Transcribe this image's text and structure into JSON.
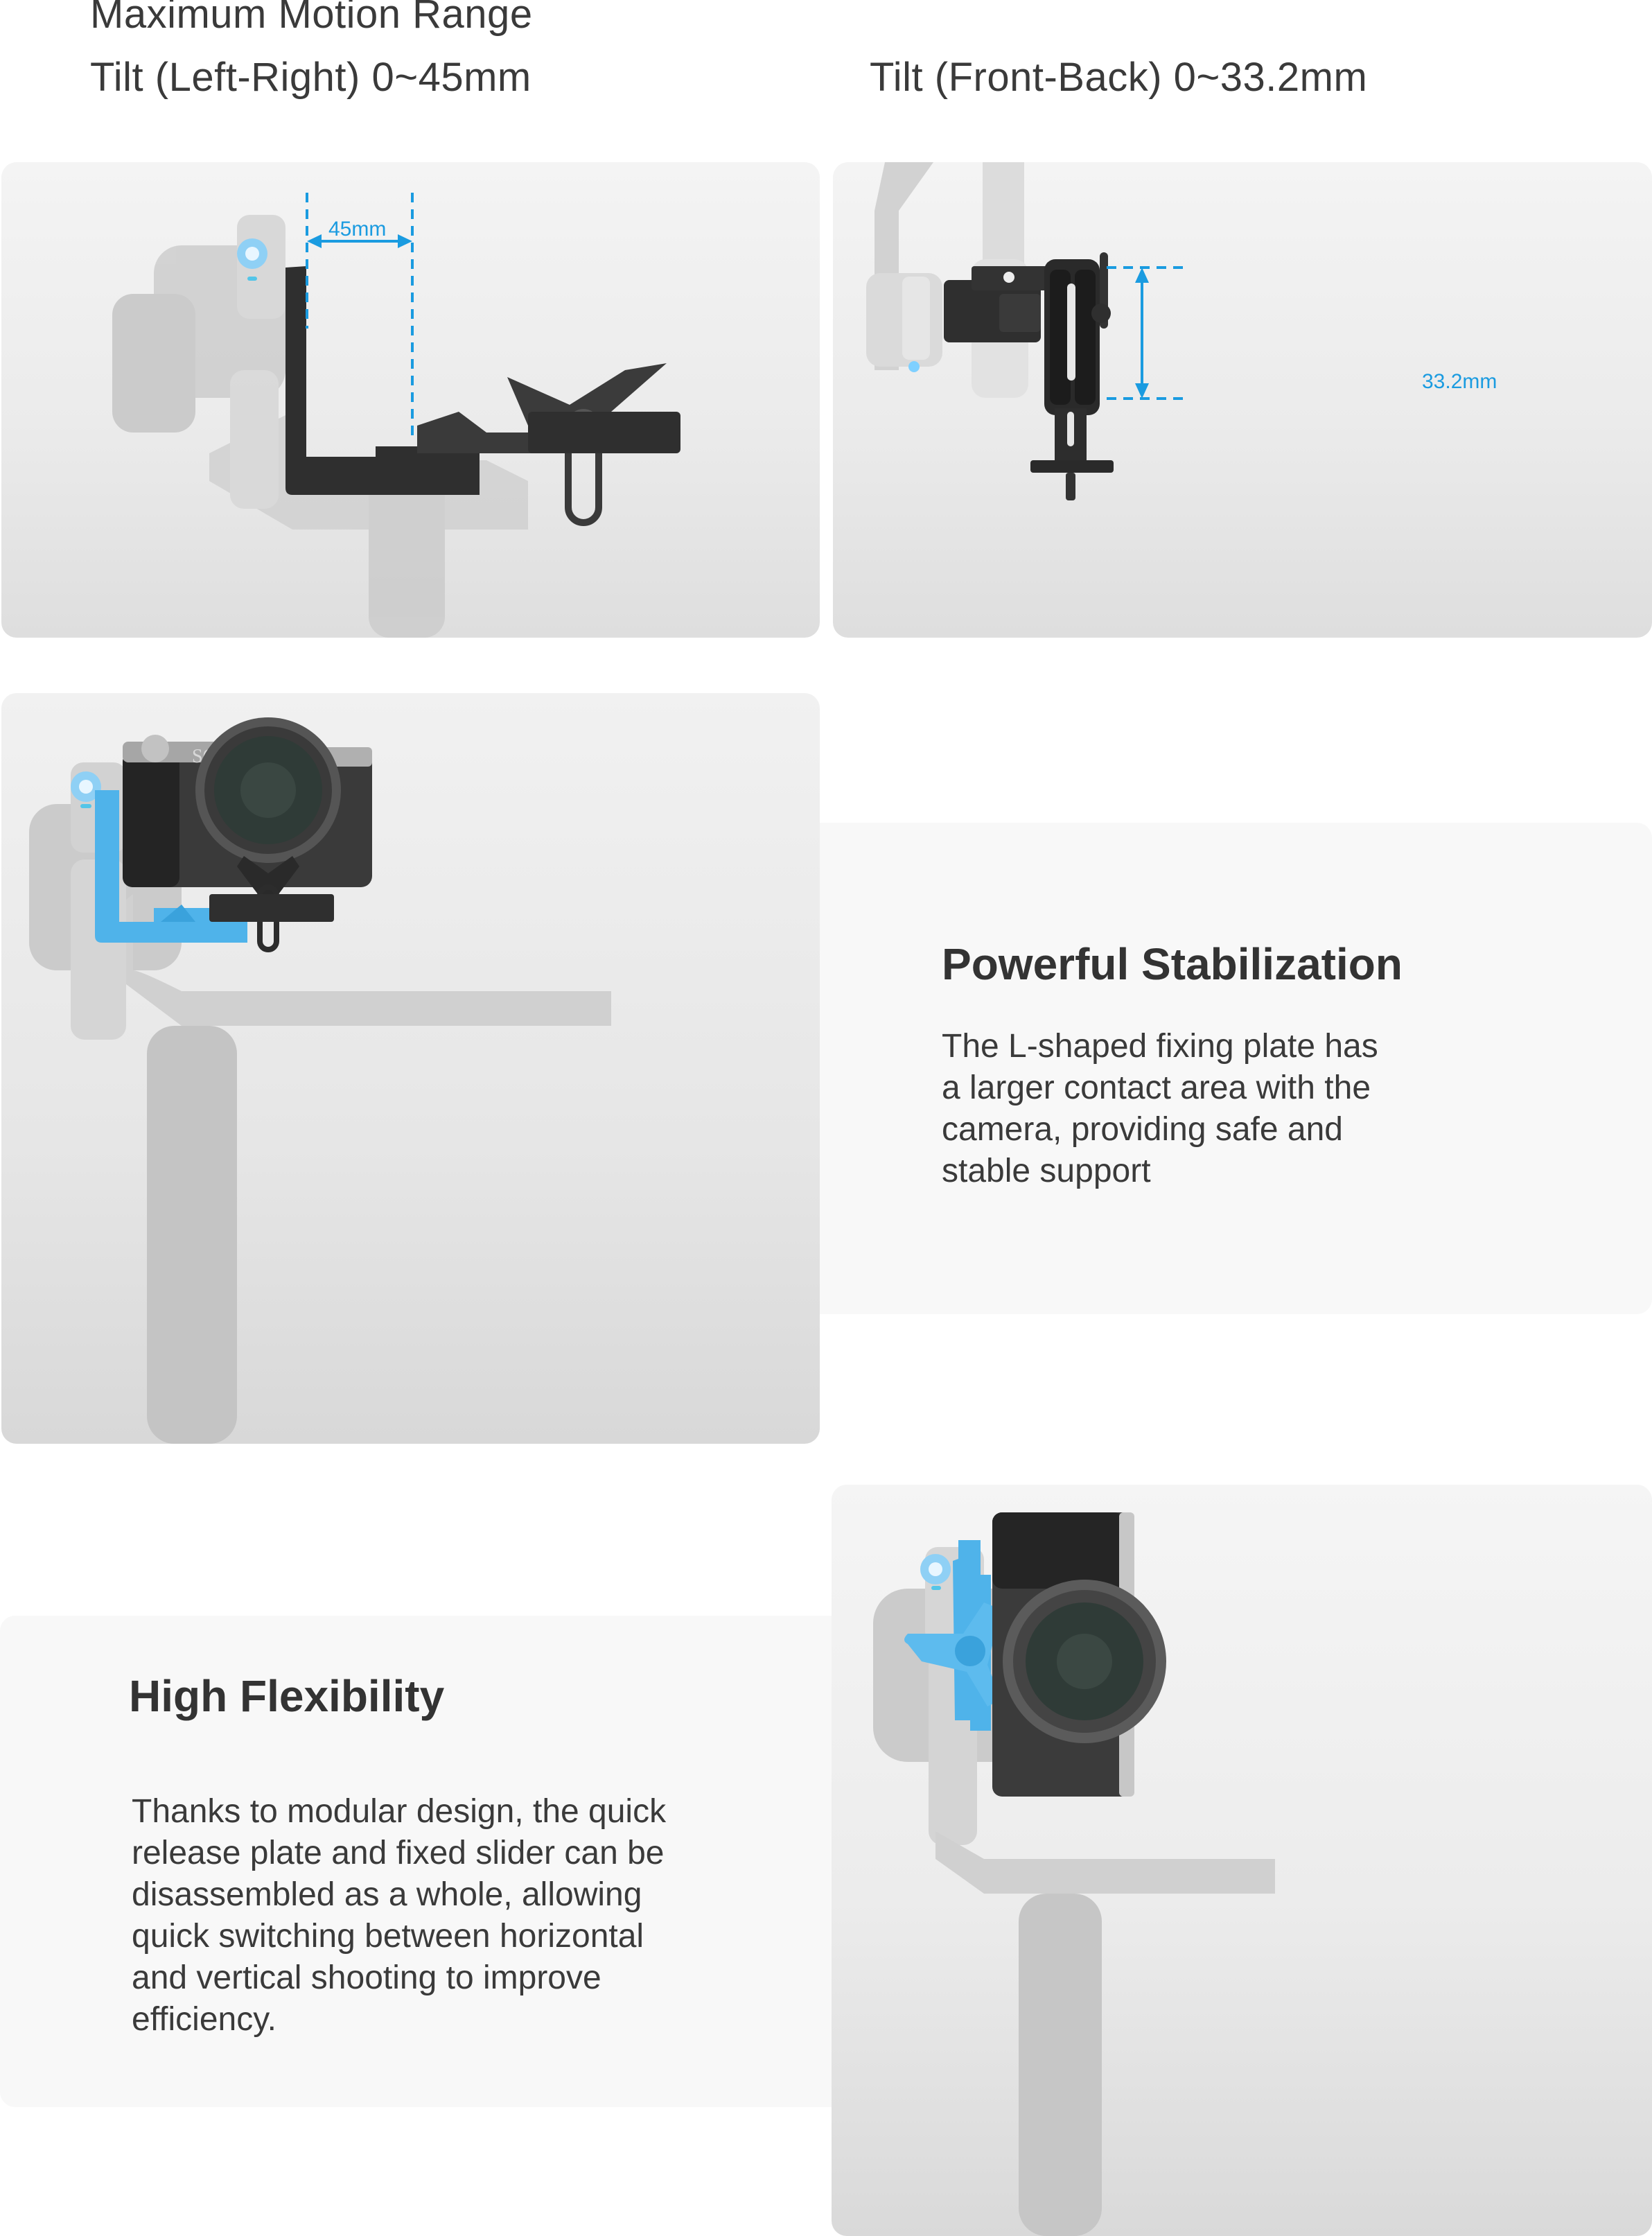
{
  "header": {
    "title": "Maximum Motion Range",
    "tilt_left_right": "Tilt (Left-Right) 0~45mm",
    "tilt_front_back": "Tilt (Front-Back) 0~33.2mm"
  },
  "images": {
    "left_right_diagram": {
      "dimension_label": "45mm"
    },
    "front_back_diagram": {
      "dimension_label": "33.2mm"
    },
    "camera_sc_label": "SO"
  },
  "features": [
    {
      "heading": "Powerful Stabilization",
      "body_lines": [
        "The L-shaped fixing plate has",
        "a larger contact area with the",
        "camera, providing safe and",
        "stable support"
      ]
    },
    {
      "heading": "High Flexibility",
      "body_lines": [
        "Thanks to modular design, the quick",
        "release plate and fixed slider can be",
        "disassembled as a whole, allowing",
        "quick switching between horizontal",
        "and vertical shooting to improve",
        "efficiency."
      ]
    }
  ],
  "colors": {
    "accent_blue": "#1a9be0",
    "plate_blue": "#4fb3ea",
    "text": "#333333",
    "card_bg": "#f8f8f8"
  }
}
